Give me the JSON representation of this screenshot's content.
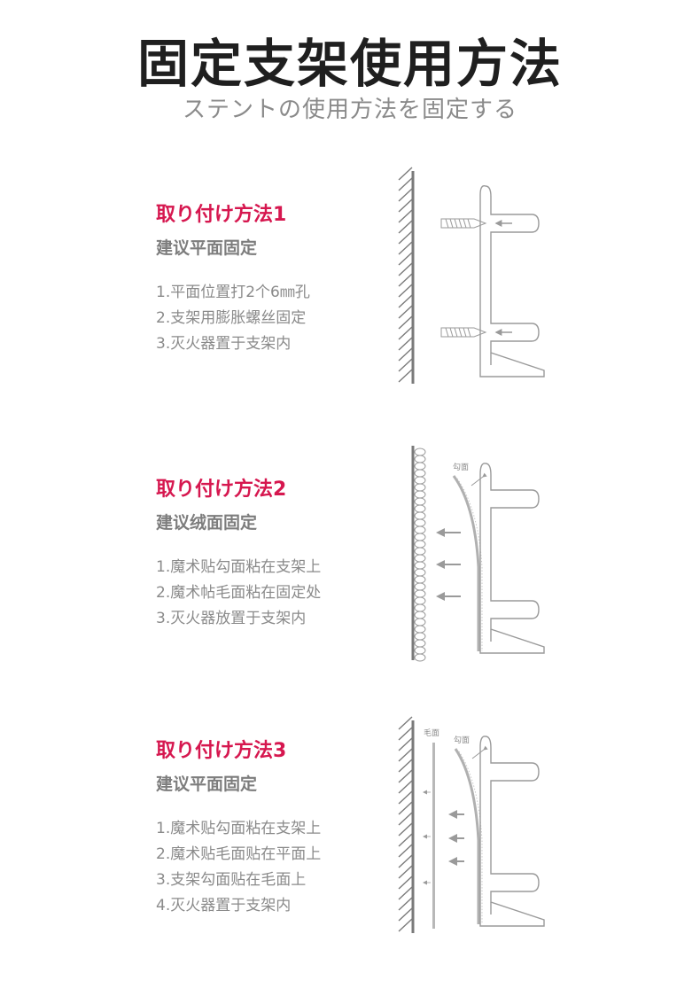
{
  "page": {
    "title": "固定支架使用方法",
    "subtitle": "ステントの使用方法を固定する"
  },
  "sections": [
    {
      "title": "取り付け方法1",
      "subtitle": "建议平面固定",
      "steps": [
        "1.平面位置打2个6㎜孔",
        "2.支架用膨胀螺丝固定",
        "3.灭火器置于支架内"
      ]
    },
    {
      "title": "取り付け方法2",
      "subtitle": "建议绒面固定",
      "steps": [
        "1.魔术贴勾面粘在支架上",
        "2.魔术帖毛面粘在固定处",
        "3.灭火器放置于支架内"
      ],
      "labels": {
        "hook": "勾面"
      }
    },
    {
      "title": "取り付け方法3",
      "subtitle": "建议平面固定",
      "steps": [
        "1.魔术贴勾面粘在支架上",
        "2.魔术贴毛面贴在平面上",
        "3.支架勾面贴在毛面上",
        "4.灭火器置于支架内"
      ],
      "labels": {
        "fuzz": "毛面",
        "hook": "勾面"
      }
    }
  ],
  "colors": {
    "accent": "#d6174f",
    "title": "#1f1f1f",
    "text": "#8a8a8a",
    "line": "#9a9a9a",
    "wall": "#7a7a7a"
  },
  "icons": [
    "wall-hatch",
    "bracket",
    "screw",
    "arrow-left",
    "velcro-loop"
  ]
}
